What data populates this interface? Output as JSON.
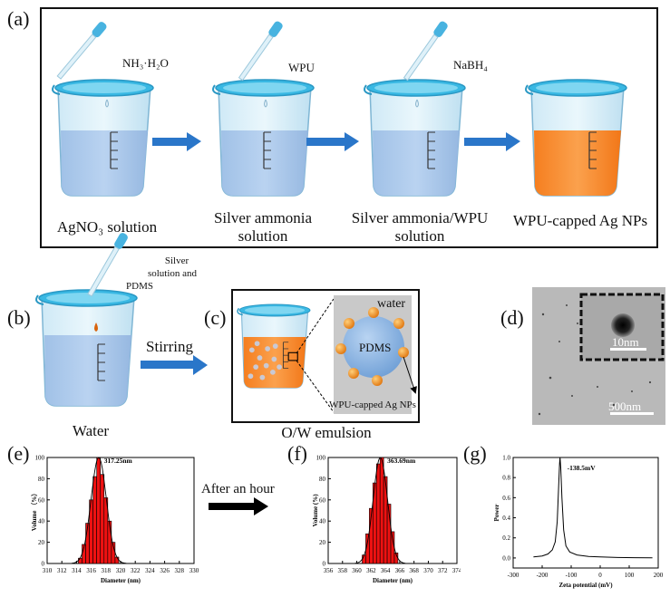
{
  "panels": {
    "a": "(a)",
    "b": "(b)",
    "c": "(c)",
    "d": "(d)",
    "e": "(e)",
    "f": "(f)",
    "g": "(g)"
  },
  "panel_a": {
    "reagents": [
      "NH₃·H₂O",
      "WPU",
      "NaBH₄"
    ],
    "captions": {
      "agno3": "AgNO₃ solution",
      "silver_ammonia_1": "Silver ammonia",
      "silver_ammonia_2": "solution",
      "silver_wpu_1": "Silver ammonia/WPU",
      "silver_wpu_2": "solution",
      "wpu_ag": "WPU-capped Ag NPs"
    }
  },
  "panel_b": {
    "reagent_1": "Silver",
    "reagent_2": "solution and",
    "reagent_3": "PDMS",
    "caption": "Water",
    "arrow_label": "Stirring"
  },
  "panel_c": {
    "water": "water",
    "core": "PDMS",
    "shell": "WPU-capped Ag NPs",
    "caption": "O/W emulsion"
  },
  "panel_d": {
    "scale_inset": "10nm",
    "scale_main": "500nm"
  },
  "between_ef": "After an hour",
  "colors": {
    "water_blue": "#a9c6ea",
    "beaker_rim": "#5cc6e6",
    "orange": "#f7892e",
    "arrow_blue": "#2a76c9",
    "bar_red": "#ee1111"
  },
  "chart_data": [
    {
      "type": "bar",
      "title": "",
      "annotation": "317.25nm",
      "xlabel": "Diameter (nm)",
      "ylabel": "Volume （%）",
      "xlim": [
        310,
        330
      ],
      "ylim": [
        0,
        100
      ],
      "xticks": [
        "310",
        "312",
        "314",
        "316",
        "318",
        "320",
        "322",
        "324",
        "326",
        "328",
        "330"
      ],
      "yticks": [
        "0",
        "20",
        "40",
        "60",
        "80",
        "100"
      ],
      "x": [
        314.5,
        315.0,
        315.5,
        316.0,
        316.5,
        317.0,
        317.5,
        318.0,
        318.5,
        319.0,
        319.5
      ],
      "values": [
        5,
        18,
        38,
        60,
        82,
        100,
        84,
        62,
        40,
        20,
        6
      ],
      "fit": "gaussian"
    },
    {
      "type": "bar",
      "title": "",
      "annotation": "363.69nm",
      "xlabel": "Diameter (nm)",
      "ylabel": "Volume (%)",
      "xlim": [
        356,
        374
      ],
      "ylim": [
        0,
        100
      ],
      "xticks": [
        "356",
        "358",
        "360",
        "362",
        "364",
        "366",
        "368",
        "370",
        "372",
        "374"
      ],
      "yticks": [
        "0",
        "20",
        "40",
        "60",
        "80",
        "100"
      ],
      "x": [
        361.0,
        361.5,
        362.0,
        362.5,
        363.0,
        363.5,
        364.0,
        364.5,
        365.0,
        365.5
      ],
      "values": [
        8,
        28,
        52,
        76,
        94,
        100,
        82,
        56,
        30,
        10
      ],
      "fit": "gaussian"
    },
    {
      "type": "line",
      "title": "",
      "annotation": "-138.5mV",
      "xlabel": "Zeta potential (mV)",
      "ylabel": "Power",
      "xlim": [
        -300,
        200
      ],
      "ylim": [
        -0.1,
        1.0
      ],
      "xticks": [
        "-300",
        "-200",
        "-100",
        "0",
        "100",
        "200"
      ],
      "yticks": [
        "0.0",
        "0.2",
        "0.4",
        "0.6",
        "0.8",
        "1.0"
      ],
      "x": [
        -230,
        -200,
        -180,
        -165,
        -155,
        -148,
        -143,
        -140,
        -138.5,
        -136,
        -132,
        -126,
        -118,
        -105,
        -80,
        -40,
        0,
        60,
        120,
        180
      ],
      "y": [
        0.01,
        0.02,
        0.04,
        0.08,
        0.16,
        0.36,
        0.72,
        0.94,
        1.0,
        0.9,
        0.6,
        0.28,
        0.12,
        0.06,
        0.03,
        0.015,
        0.01,
        0.005,
        0.003,
        0.002
      ]
    }
  ]
}
